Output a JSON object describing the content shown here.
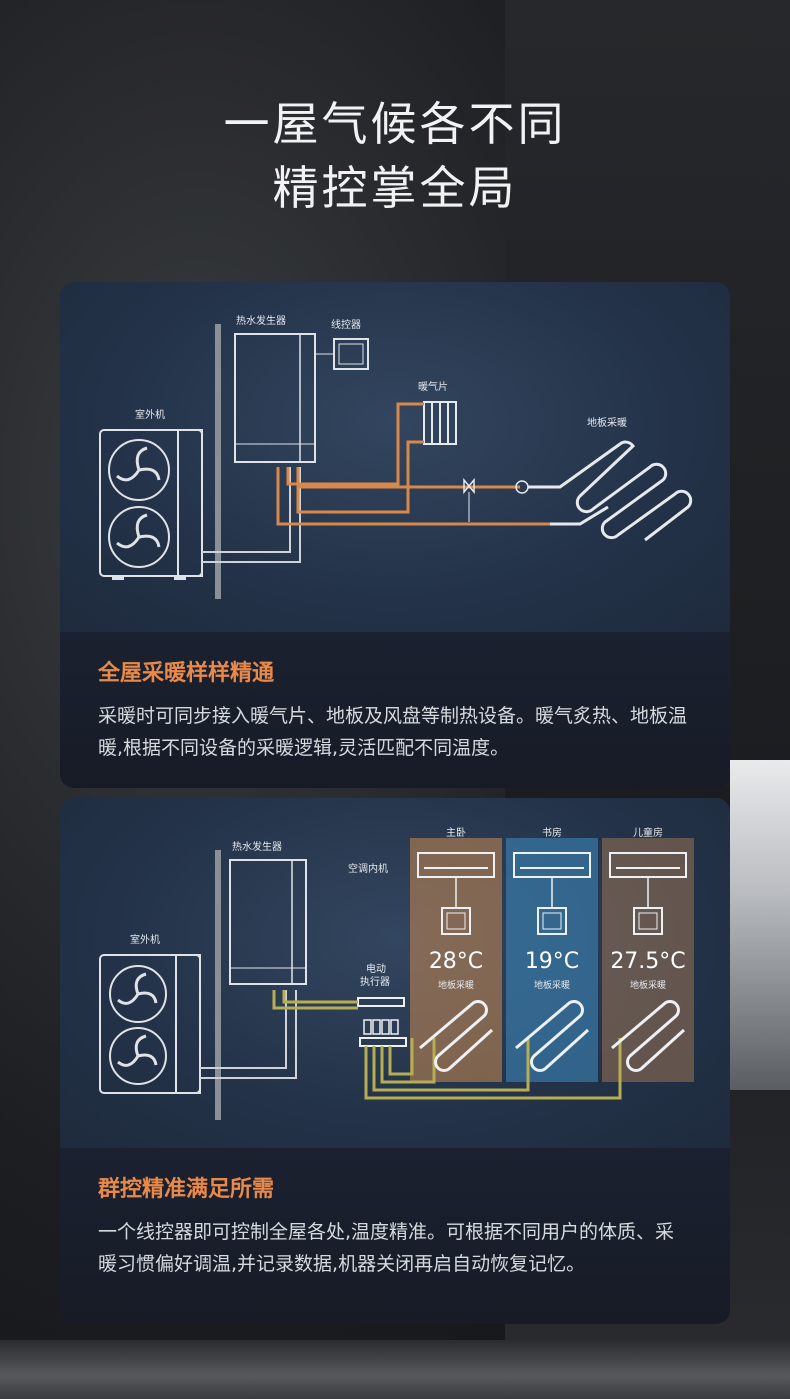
{
  "headline": {
    "line1": "一屋气候各不同",
    "line2": "精控掌全局"
  },
  "card1": {
    "labels": {
      "outdoor": "室外机",
      "generator": "热水发生器",
      "controller": "线控器",
      "radiator": "暖气片",
      "floor": "地板采暖"
    },
    "title": "全屋采暖样样精通",
    "body": "采暖时可同步接入暖气片、地板及风盘等制热设备。暖气炙热、地板温暖,根据不同设备的采暖逻辑,灵活匹配不同温度。"
  },
  "card2": {
    "labels": {
      "outdoor": "室外机",
      "generator": "热水发生器",
      "indoor": "空调内机",
      "actuator_line1": "电动",
      "actuator_line2": "执行器"
    },
    "rooms": [
      {
        "name": "主卧",
        "temp": "28°C",
        "floor": "地板采暖",
        "color": "#c98a52"
      },
      {
        "name": "书房",
        "temp": "19°C",
        "floor": "地板采暖",
        "color": "#3c86b8"
      },
      {
        "name": "儿童房",
        "temp": "27.5°C",
        "floor": "地板采暖",
        "color": "#b48258"
      }
    ],
    "title": "群控精准满足所需",
    "body": "一个线控器即可控制全屋各处,温度精准。可根据不同用户的体质、采暖习惯偏好调温,并记录数据,机器关闭再启自动恢复记忆。"
  },
  "colors": {
    "accent": "#e8894a",
    "pipe_hot": "#d8894a",
    "pipe_ctrl": "#b7ad52"
  }
}
